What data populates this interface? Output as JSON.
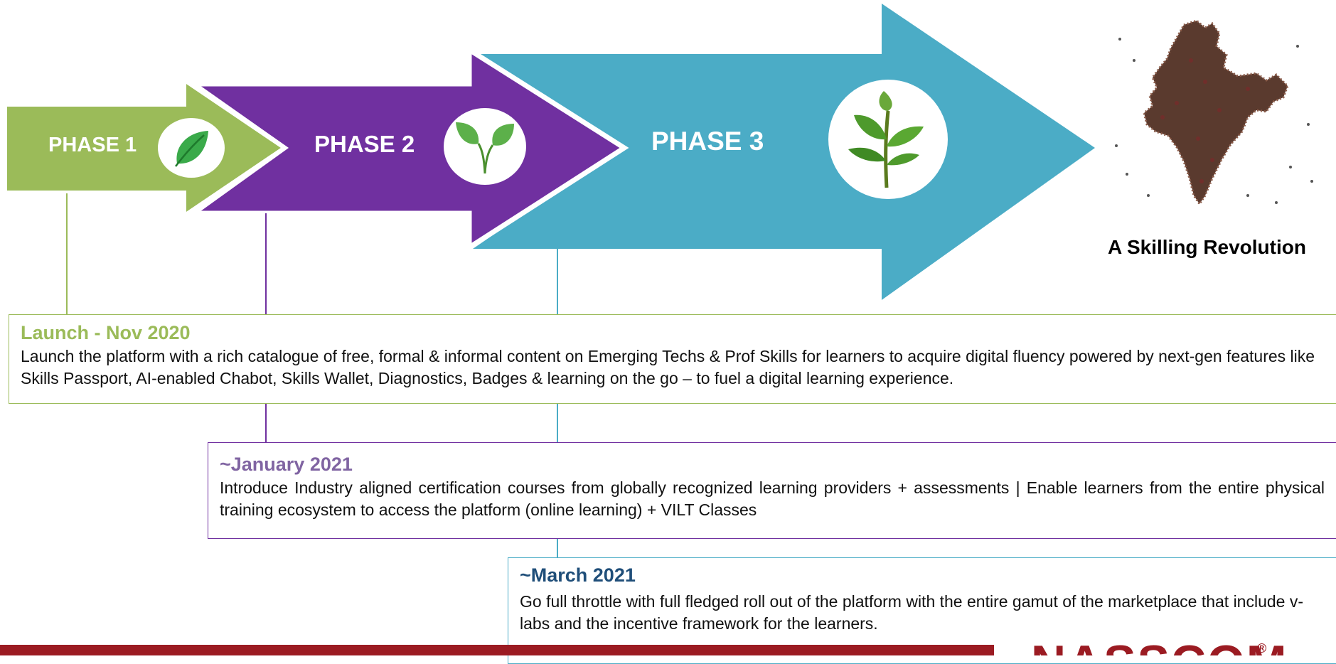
{
  "colors": {
    "phase1": "#9bbb59",
    "phase2": "#7030a0",
    "phase3": "#4bacc6",
    "march_title": "#1f4e79",
    "january_title": "#8064a2",
    "footer": "#9b1b22"
  },
  "phases": [
    {
      "label": "PHASE 1",
      "icon": "single-leaf-icon"
    },
    {
      "label": "PHASE 2",
      "icon": "two-leaf-sprout-icon"
    },
    {
      "label": "PHASE 3",
      "icon": "tea-plant-icon"
    }
  ],
  "hero": {
    "image": "india-map-crowd-image",
    "caption": "A Skilling Revolution"
  },
  "milestones": [
    {
      "title": "Launch - Nov 2020",
      "body": "Launch the platform with a rich catalogue of free, formal & informal content on Emerging Techs & Prof Skills for learners to acquire digital fluency powered by next-gen features like Skills Passport, AI-enabled Chabot, Skills Wallet, Diagnostics, Badges & learning on the go – to fuel a digital learning experience."
    },
    {
      "title": "~January 2021",
      "body": "Introduce Industry aligned certification courses from globally recognized learning providers + assessments | Enable learners from the entire physical training ecosystem to access the platform (online learning) + VILT Classes"
    },
    {
      "title": "~March 2021",
      "body": "Go full throttle with full fledged roll out of the platform with the entire gamut of the marketplace that include v-labs and the incentive framework for the learners."
    }
  ],
  "footer": {
    "logo_text": "NASSCOM",
    "logo_mark": "®"
  }
}
